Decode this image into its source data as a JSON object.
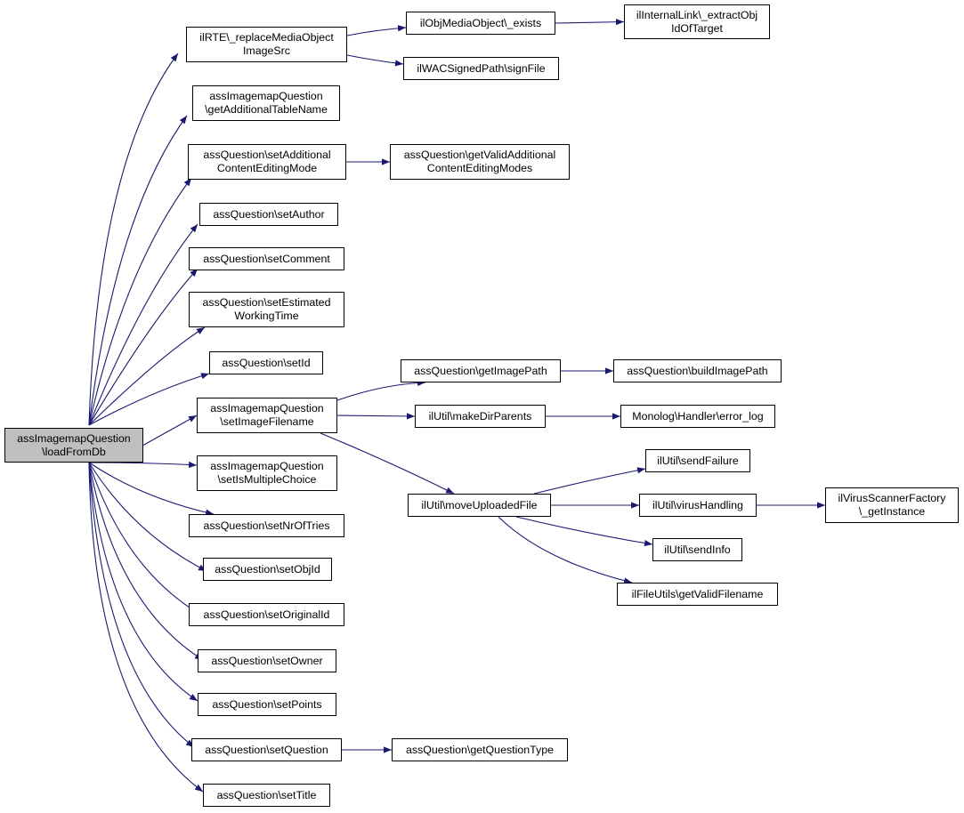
{
  "graph": {
    "colors": {
      "edge": "#191970",
      "root_fill": "#bfbfbf",
      "node_fill": "#ffffff",
      "border": "#000000"
    },
    "nodes": [
      {
        "id": "root",
        "label": "assImagemapQuestion\n\\loadFromDb",
        "root": true
      },
      {
        "id": "n_replace",
        "label": "ilRTE\\_replaceMediaObject\nImageSrc"
      },
      {
        "id": "n_exists",
        "label": "ilObjMediaObject\\_exists"
      },
      {
        "id": "n_extract",
        "label": "ilInternalLink\\_extractObj\nIdOfTarget"
      },
      {
        "id": "n_signfile",
        "label": "ilWACSignedPath\\signFile"
      },
      {
        "id": "n_addtable",
        "label": "assImagemapQuestion\n\\getAdditionalTableName"
      },
      {
        "id": "n_setaddmode",
        "label": "assQuestion\\setAdditional\nContentEditingMode"
      },
      {
        "id": "n_getvalidmodes",
        "label": "assQuestion\\getValidAdditional\nContentEditingModes"
      },
      {
        "id": "n_setauthor",
        "label": "assQuestion\\setAuthor"
      },
      {
        "id": "n_setcomment",
        "label": "assQuestion\\setComment"
      },
      {
        "id": "n_setestimated",
        "label": "assQuestion\\setEstimated\nWorkingTime"
      },
      {
        "id": "n_setid",
        "label": "assQuestion\\setId"
      },
      {
        "id": "n_setimagefile",
        "label": "assImagemapQuestion\n\\setImageFilename"
      },
      {
        "id": "n_getimagepath",
        "label": "assQuestion\\getImagePath"
      },
      {
        "id": "n_buildimagepath",
        "label": "assQuestion\\buildImagePath"
      },
      {
        "id": "n_makedir",
        "label": "ilUtil\\makeDirParents"
      },
      {
        "id": "n_errorlog",
        "label": "Monolog\\Handler\\error_log"
      },
      {
        "id": "n_moveupload",
        "label": "ilUtil\\moveUploadedFile"
      },
      {
        "id": "n_sendfailure",
        "label": "ilUtil\\sendFailure"
      },
      {
        "id": "n_virushandling",
        "label": "ilUtil\\virusHandling"
      },
      {
        "id": "n_virusfactory",
        "label": "ilVirusScannerFactory\n\\_getInstance"
      },
      {
        "id": "n_sendinfo",
        "label": "ilUtil\\sendInfo"
      },
      {
        "id": "n_validfilename",
        "label": "ilFileUtils\\getValidFilename"
      },
      {
        "id": "n_setmultiple",
        "label": "assImagemapQuestion\n\\setIsMultipleChoice"
      },
      {
        "id": "n_setnroftries",
        "label": "assQuestion\\setNrOfTries"
      },
      {
        "id": "n_setobjid",
        "label": "assQuestion\\setObjId"
      },
      {
        "id": "n_setoriginal",
        "label": "assQuestion\\setOriginalId"
      },
      {
        "id": "n_setowner",
        "label": "assQuestion\\setOwner"
      },
      {
        "id": "n_setpoints",
        "label": "assQuestion\\setPoints"
      },
      {
        "id": "n_setquestion",
        "label": "assQuestion\\setQuestion"
      },
      {
        "id": "n_getqtype",
        "label": "assQuestion\\getQuestionType"
      },
      {
        "id": "n_settitle",
        "label": "assQuestion\\setTitle"
      }
    ],
    "edges": [
      [
        "root",
        "n_replace"
      ],
      [
        "root",
        "n_addtable"
      ],
      [
        "root",
        "n_setaddmode"
      ],
      [
        "root",
        "n_setauthor"
      ],
      [
        "root",
        "n_setcomment"
      ],
      [
        "root",
        "n_setestimated"
      ],
      [
        "root",
        "n_setid"
      ],
      [
        "root",
        "n_setimagefile"
      ],
      [
        "root",
        "n_setmultiple"
      ],
      [
        "root",
        "n_setnroftries"
      ],
      [
        "root",
        "n_setobjid"
      ],
      [
        "root",
        "n_setoriginal"
      ],
      [
        "root",
        "n_setowner"
      ],
      [
        "root",
        "n_setpoints"
      ],
      [
        "root",
        "n_setquestion"
      ],
      [
        "root",
        "n_settitle"
      ],
      [
        "n_replace",
        "n_exists"
      ],
      [
        "n_replace",
        "n_signfile"
      ],
      [
        "n_exists",
        "n_extract"
      ],
      [
        "n_setaddmode",
        "n_getvalidmodes"
      ],
      [
        "n_setimagefile",
        "n_getimagepath"
      ],
      [
        "n_setimagefile",
        "n_makedir"
      ],
      [
        "n_setimagefile",
        "n_moveupload"
      ],
      [
        "n_getimagepath",
        "n_buildimagepath"
      ],
      [
        "n_makedir",
        "n_errorlog"
      ],
      [
        "n_moveupload",
        "n_sendfailure"
      ],
      [
        "n_moveupload",
        "n_virushandling"
      ],
      [
        "n_moveupload",
        "n_sendinfo"
      ],
      [
        "n_moveupload",
        "n_validfilename"
      ],
      [
        "n_virushandling",
        "n_virusfactory"
      ],
      [
        "n_setquestion",
        "n_getqtype"
      ]
    ]
  }
}
